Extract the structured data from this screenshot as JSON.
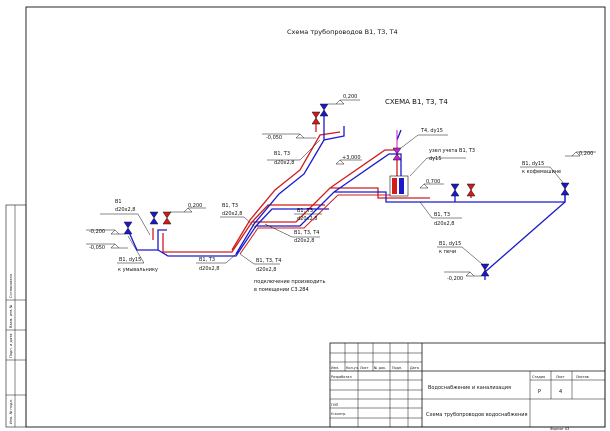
{
  "drawing": {
    "title": "Схема трубопроводов В1, Т3, Т4",
    "subtitle": "СХЕМА В1, Т3, Т4"
  },
  "colors": {
    "cold_water": "#1a1acc",
    "hot_water": "#d01c1c",
    "circulation": "#d01c1c",
    "frame": "#111111"
  },
  "levels": {
    "riser_top": "0,200",
    "riser_left": "-0,050",
    "washer_left": "0,200",
    "washbasin_1": "-0,200",
    "washbasin_2": "-0,050",
    "mid_slope": "+3,000",
    "meter": "0,700",
    "right_end": "0,200",
    "oven": "-0,200"
  },
  "pipe_labels": {
    "riser": "В1, Т3",
    "riser_size": "d20x2,8",
    "left_b1": "В1",
    "left_b1_size": "d20x2,8",
    "left_b1t3": "В1, Т3",
    "left_b1t3_size": "d20x2,8",
    "mid_b1t3": "В1, Т3",
    "mid_b1t3_size": "d20x2,8",
    "mid_b1t3t4": "В1, Т3, Т4",
    "mid_b1t3t4_size": "d20x2,8",
    "bottom_b1t3": "В1, Т3",
    "bottom_b1t3_size": "d20x2,8",
    "bottom_b1t3t4": "В1, Т3, Т4",
    "bottom_b1t3t4_size": "d20x2,8",
    "right_b1t3": "В1, Т3",
    "right_b1t3_size": "d20x2,8",
    "t4_dn": "Т4, dy15",
    "b1_dn_washbasin": "В1, dy15",
    "b1_dn_coffee": "В1, dy15",
    "b1_dn_oven": "В1, dy15"
  },
  "notes": {
    "to_washbasin": "к умывальнику",
    "to_coffee": "к кофемашине",
    "to_oven": "к печи",
    "meter_1": "узел учета В1, Т3",
    "meter_2": "dy15",
    "connection_1": "подключение производить",
    "connection_2": "в помещении С3.284"
  },
  "side_stamp": [
    "Согласовано",
    "Взам. инв.№",
    "Подп. и дата",
    "Инв. № подл."
  ],
  "stamp": {
    "col_headers": [
      "Изм.",
      "Кол.уч.",
      "Лист",
      "№ док.",
      "Подп.",
      "Дата"
    ],
    "rows": [
      "Разработал",
      "",
      "ГИП",
      "Н.контр."
    ],
    "project": "Водоснабжение и канализация",
    "sheet_title": "Схема трубопроводов водоснабжения",
    "stage_header": "Стадия",
    "sheet_header": "Лист",
    "sheets_header": "Листов",
    "stage_value": "Р",
    "sheet_value": "4",
    "format": "Формат   А3"
  }
}
